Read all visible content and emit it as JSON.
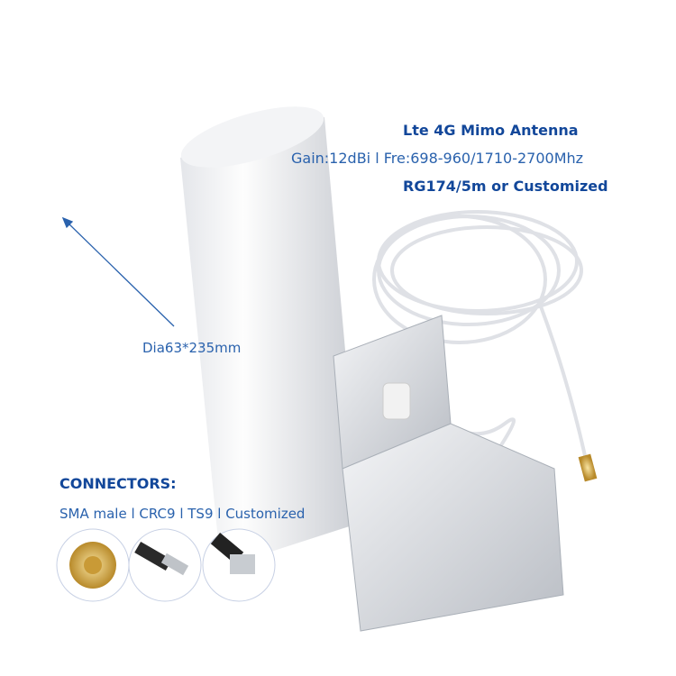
{
  "product": {
    "title": "Lte 4G Mimo Antenna",
    "spec": "Gain:12dBi  l  Fre:698-960/1710-2700Mhz",
    "cable": "RG174/5m or Customized",
    "dimension": "Dia63*235mm"
  },
  "connectors": {
    "heading": "CONNECTORS:",
    "types": "SMA male l CRC9 l TS9 l Customized",
    "images": [
      "sma-male-connector",
      "crc9-connector",
      "ts9-connector"
    ]
  },
  "colors": {
    "text_blue": "#1f5aa6",
    "heading_blue": "#12479a",
    "arrow_blue": "#2a62ad"
  }
}
